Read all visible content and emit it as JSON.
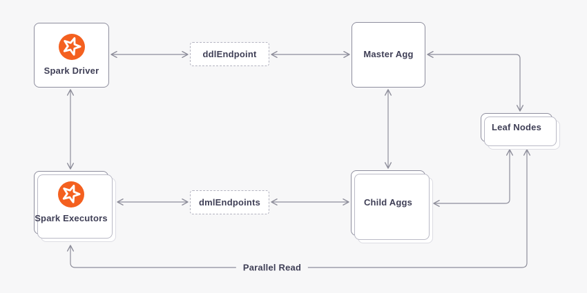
{
  "diagram": {
    "background_color": "#f7f7f8",
    "colors": {
      "accent_orange": "#f4601f",
      "box_border": "#8d8d9d",
      "stack_border_mid": "#b9b9c5",
      "stack_border_light": "#dcdce3",
      "dashed_border": "#b2b2bf",
      "arrow": "#8d8d9a",
      "text": "#3f3f56"
    },
    "nodes": {
      "spark_driver": {
        "label": "Spark Driver",
        "icon": "spark-star-icon",
        "style": "solid-box"
      },
      "ddl_endpoint": {
        "label": "ddlEndpoint",
        "style": "dashed-box"
      },
      "master_agg": {
        "label": "Master Agg",
        "style": "solid-box"
      },
      "leaf_nodes": {
        "label": "Leaf Nodes",
        "style": "stacked-box"
      },
      "spark_executors": {
        "label": "Spark Executors",
        "icon": "spark-star-icon",
        "style": "stacked-box"
      },
      "dml_endpoints": {
        "label": "dmlEndpoints",
        "style": "dashed-box"
      },
      "child_aggs": {
        "label": "Child Aggs",
        "style": "stacked-box"
      }
    },
    "edges": [
      {
        "from": "spark_driver",
        "to": "ddl_endpoint",
        "bidirectional": true
      },
      {
        "from": "ddl_endpoint",
        "to": "master_agg",
        "bidirectional": true
      },
      {
        "from": "master_agg",
        "to": "leaf_nodes",
        "bidirectional": true
      },
      {
        "from": "spark_driver",
        "to": "spark_executors",
        "bidirectional": true
      },
      {
        "from": "master_agg",
        "to": "child_aggs",
        "bidirectional": true
      },
      {
        "from": "spark_executors",
        "to": "dml_endpoints",
        "bidirectional": true
      },
      {
        "from": "dml_endpoints",
        "to": "child_aggs",
        "bidirectional": true
      },
      {
        "from": "child_aggs",
        "to": "leaf_nodes",
        "bidirectional": true
      },
      {
        "from": "spark_executors",
        "to": "leaf_nodes",
        "bidirectional": true,
        "label": "Parallel Read"
      }
    ],
    "labels": {
      "parallel_read": "Parallel Read"
    }
  }
}
